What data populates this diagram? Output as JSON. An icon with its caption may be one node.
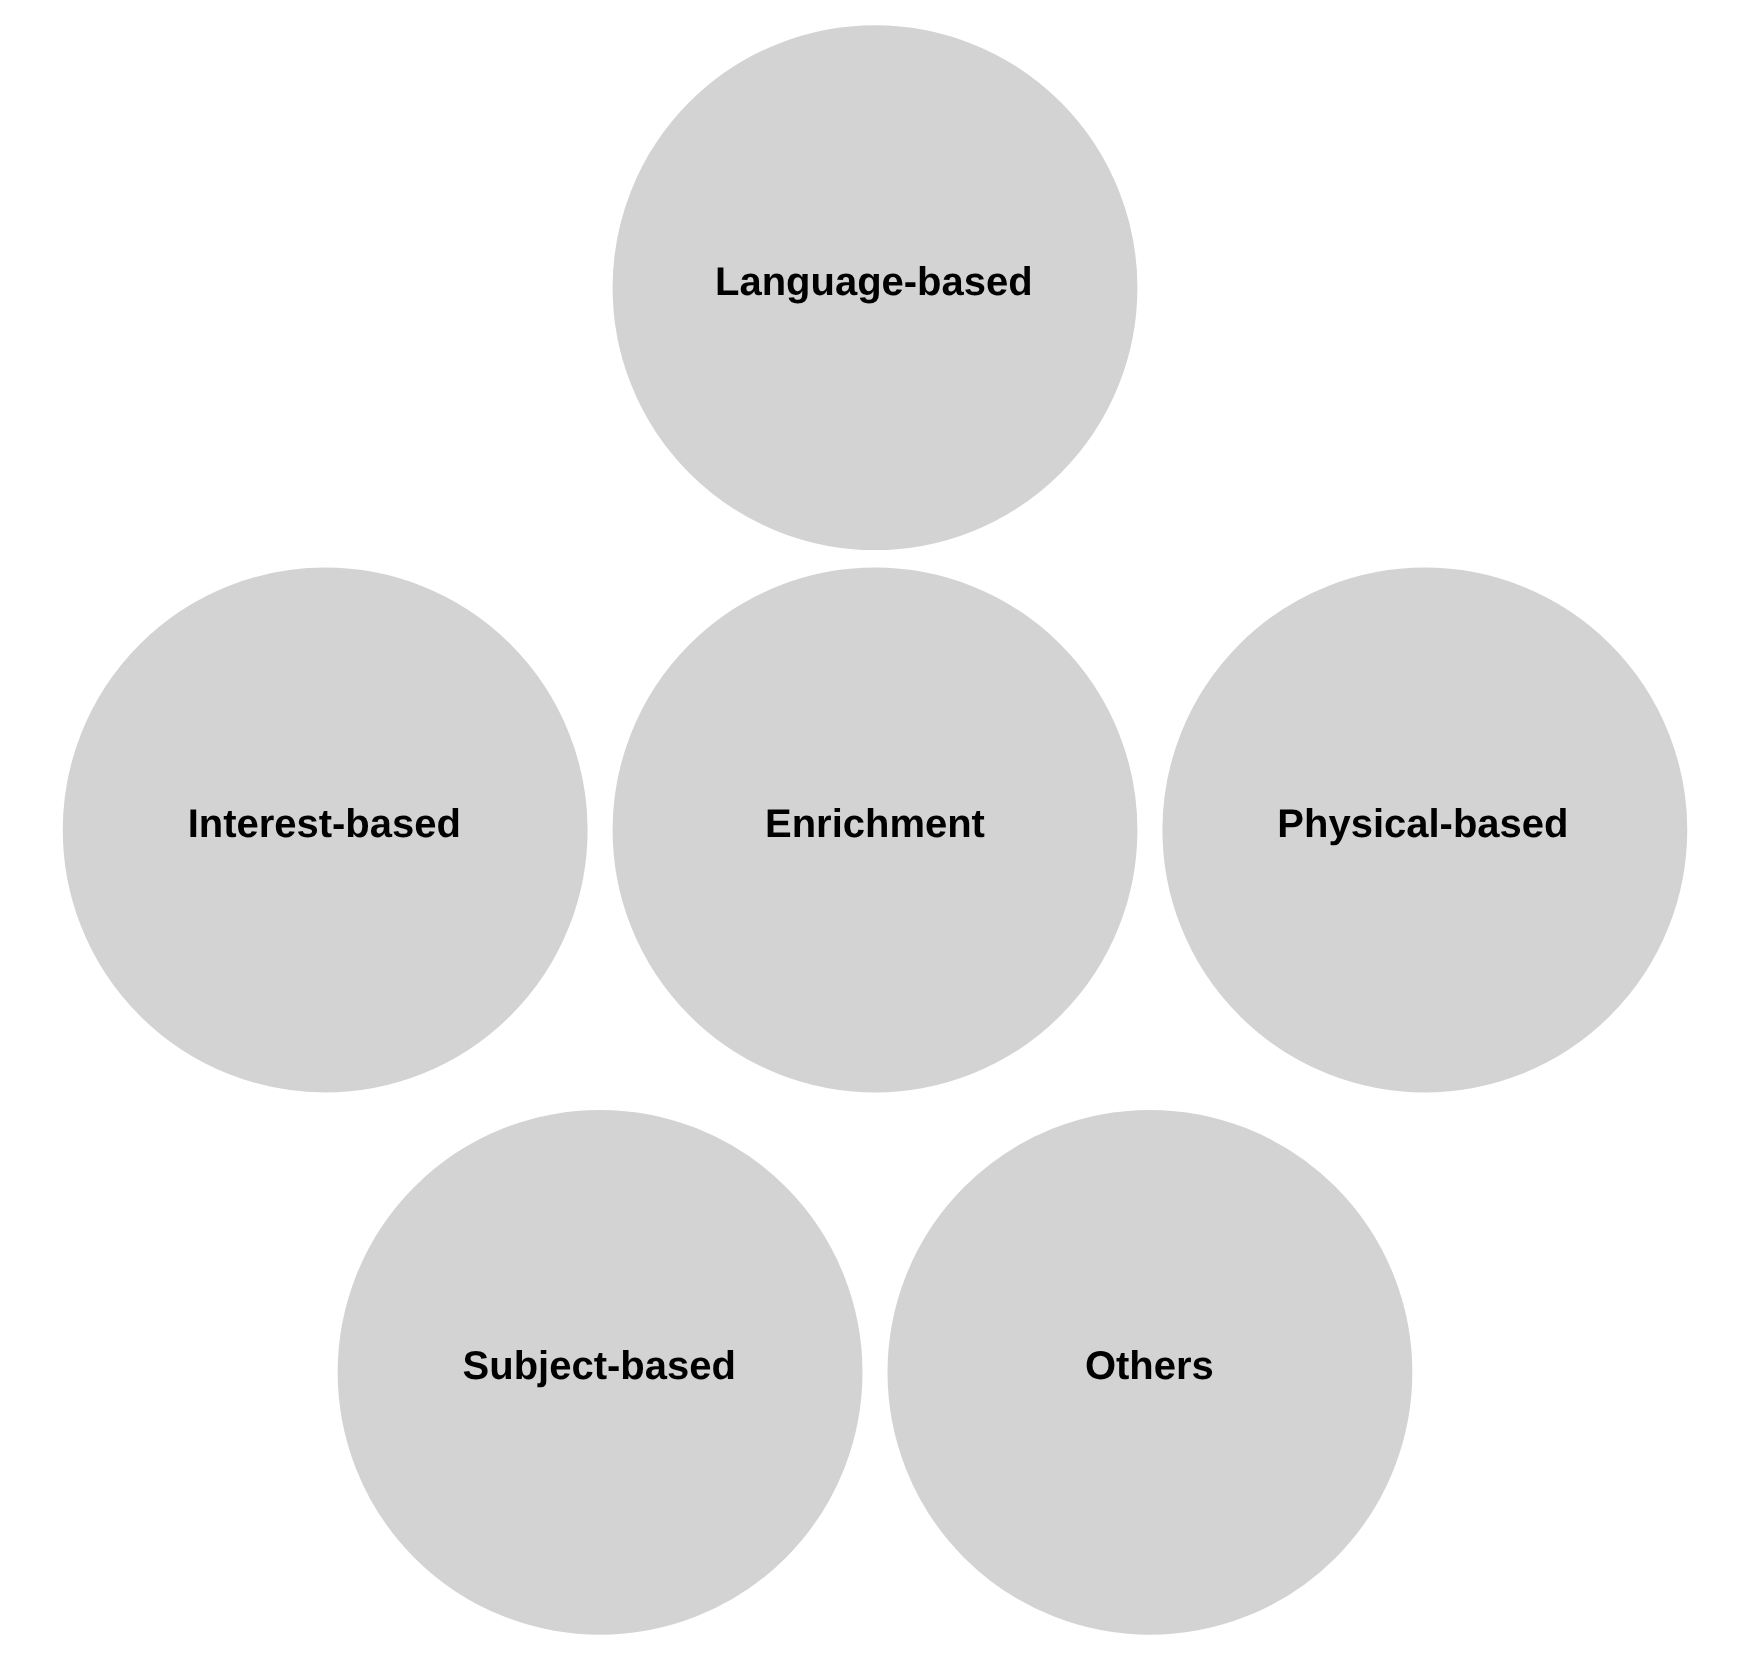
{
  "diagram": {
    "nodes": [
      {
        "text": [
          "Language-based"
        ]
      },
      {
        "text": [
          "Interest-based"
        ]
      },
      {
        "text": [
          "Enrichment"
        ]
      },
      {
        "text": [
          "Physical-based"
        ]
      },
      {
        "text": [
          "Subject-based"
        ]
      },
      {
        "text": [
          "Others"
        ]
      }
    ]
  }
}
